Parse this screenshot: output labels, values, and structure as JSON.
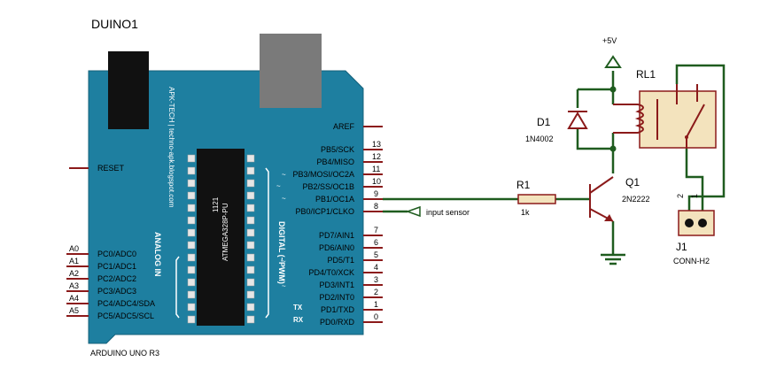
{
  "board": {
    "designator": "DUINO1",
    "model": "ARDUINO UNO R3",
    "brand_text": "APK-TECH | techno-apk.blogspot.com",
    "chip_name": "ATMEGA328P-PU",
    "chip_code": "1121",
    "analog_label": "ANALOG IN",
    "digital_label": "DIGITAL (~PWM)",
    "aref": "AREF",
    "reset": "RESET",
    "tx": "TX",
    "rx": "RX",
    "tilde": "~",
    "analog_pins": [
      {
        "name": "A0",
        "label": "PC0/ADC0"
      },
      {
        "name": "A1",
        "label": "PC1/ADC1"
      },
      {
        "name": "A2",
        "label": "PC2/ADC2"
      },
      {
        "name": "A3",
        "label": "PC3/ADC3"
      },
      {
        "name": "A4",
        "label": "PC4/ADC4/SDA"
      },
      {
        "name": "A5",
        "label": "PC5/ADC5/SCL"
      }
    ],
    "digital_pins_upper": [
      {
        "num": "13",
        "label": "PB5/SCK"
      },
      {
        "num": "12",
        "label": "PB4/MISO"
      },
      {
        "num": "11",
        "label": "PB3/MOSI/OC2A"
      },
      {
        "num": "10",
        "label": "PB2/SS/OC1B"
      },
      {
        "num": "9",
        "label": "PB1/OC1A"
      },
      {
        "num": "8",
        "label": "PB0/ICP1/CLKO"
      }
    ],
    "digital_pins_lower": [
      {
        "num": "7",
        "label": "PD7/AIN1"
      },
      {
        "num": "6",
        "label": "PD6/AIN0"
      },
      {
        "num": "5",
        "label": "PD5/T1"
      },
      {
        "num": "4",
        "label": "PD4/T0/XCK"
      },
      {
        "num": "3",
        "label": "PD3/INT1"
      },
      {
        "num": "2",
        "label": "PD2/INT0"
      },
      {
        "num": "1",
        "label": "PD1/TXD"
      },
      {
        "num": "0",
        "label": "PD0/RXD"
      }
    ]
  },
  "components": {
    "r1": {
      "designator": "R1",
      "value": "1k"
    },
    "q1": {
      "designator": "Q1",
      "value": "2N2222"
    },
    "d1": {
      "designator": "D1",
      "value": "1N4002"
    },
    "rl1": {
      "designator": "RL1"
    },
    "j1": {
      "designator": "J1",
      "value": "CONN-H2",
      "pin1": "1",
      "pin2": "2"
    },
    "vcc": {
      "label": "+5V"
    },
    "input_terminal": {
      "label": "input sensor"
    }
  },
  "colors": {
    "board": "#1e7fa0",
    "wire": "#1f5c1f",
    "pin": "#8b1a1a",
    "relay_fill": "#f3e3bd",
    "usb": "#7a7a7a",
    "jack": "#111111"
  }
}
